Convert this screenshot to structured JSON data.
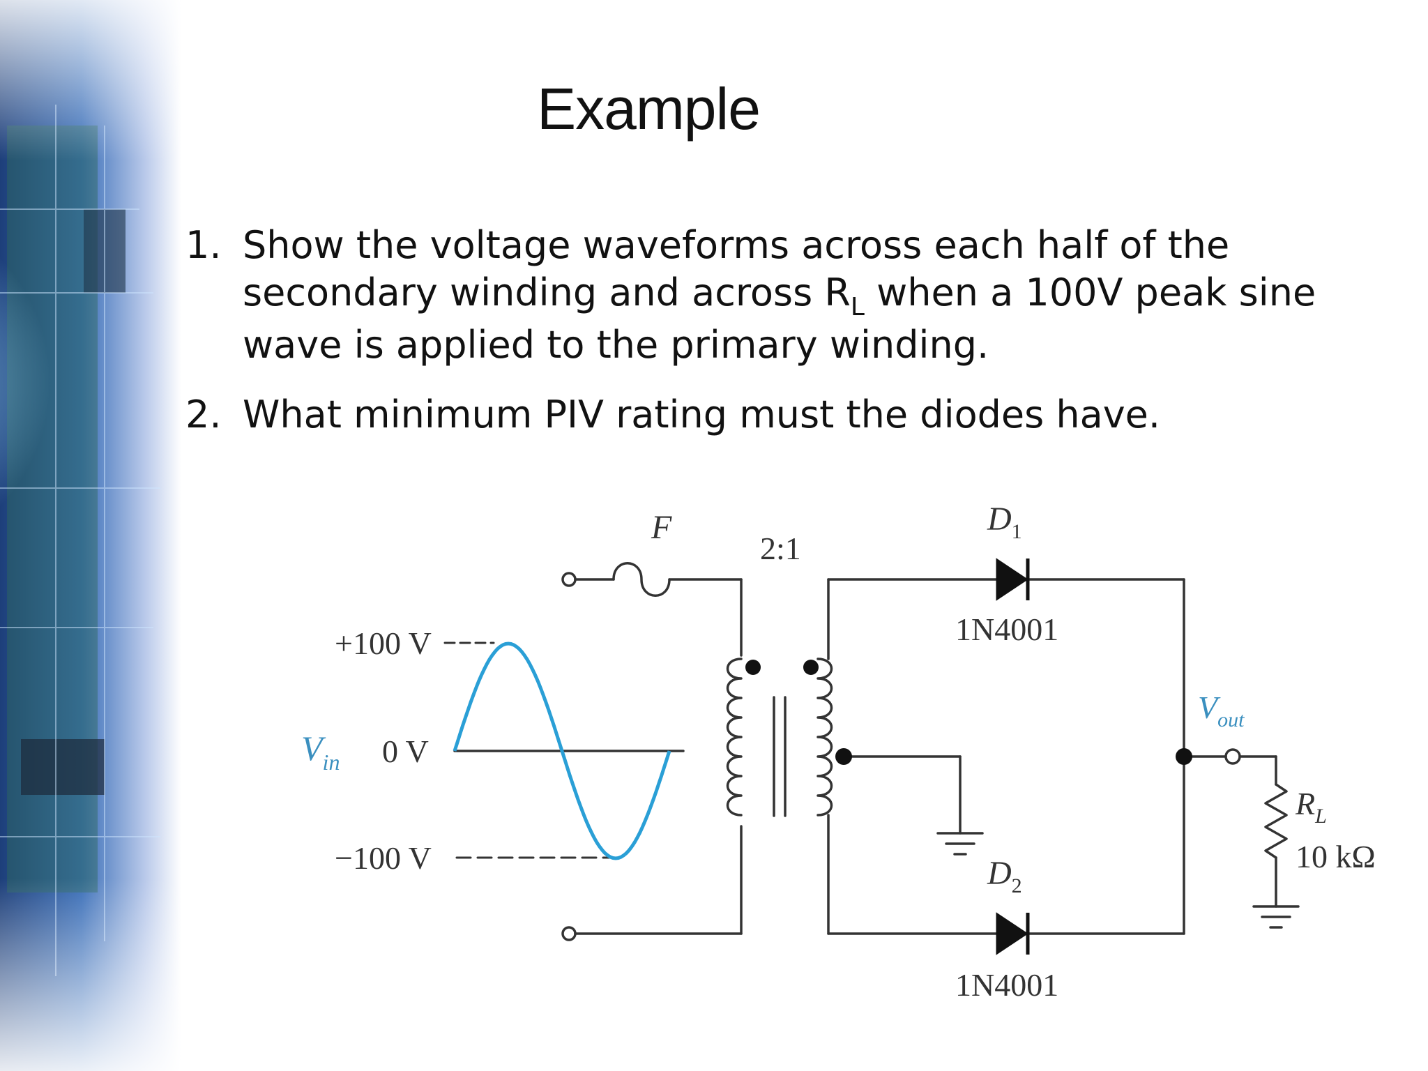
{
  "slide": {
    "title": "Example",
    "questions": [
      {
        "number": "1.",
        "text_before": "Show the voltage waveforms across each half of the secondary winding and across R",
        "subscript": "L",
        "text_after": " when a 100V peak sine wave is applied to the primary winding."
      },
      {
        "number": "2.",
        "text": "What minimum PIV rating must the diodes have."
      }
    ]
  },
  "circuit": {
    "waveform_levels": {
      "top": "+100 V",
      "zero": "0 V",
      "bottom": "−100 V"
    },
    "vin": {
      "main": "V",
      "sub": "in"
    },
    "fuse_label": "F",
    "turns_ratio": "2:1",
    "d1": {
      "main": "D",
      "sub": "1",
      "part": "1N4001"
    },
    "d2": {
      "main": "D",
      "sub": "2",
      "part": "1N4001"
    },
    "vout": {
      "main": "V",
      "sub": "out"
    },
    "load": {
      "main": "R",
      "sub": "L",
      "value": "10 kΩ"
    },
    "colors": {
      "signal": "#2a9fd6",
      "wire": "#333333",
      "label_blue": "#3a8fbf"
    }
  }
}
